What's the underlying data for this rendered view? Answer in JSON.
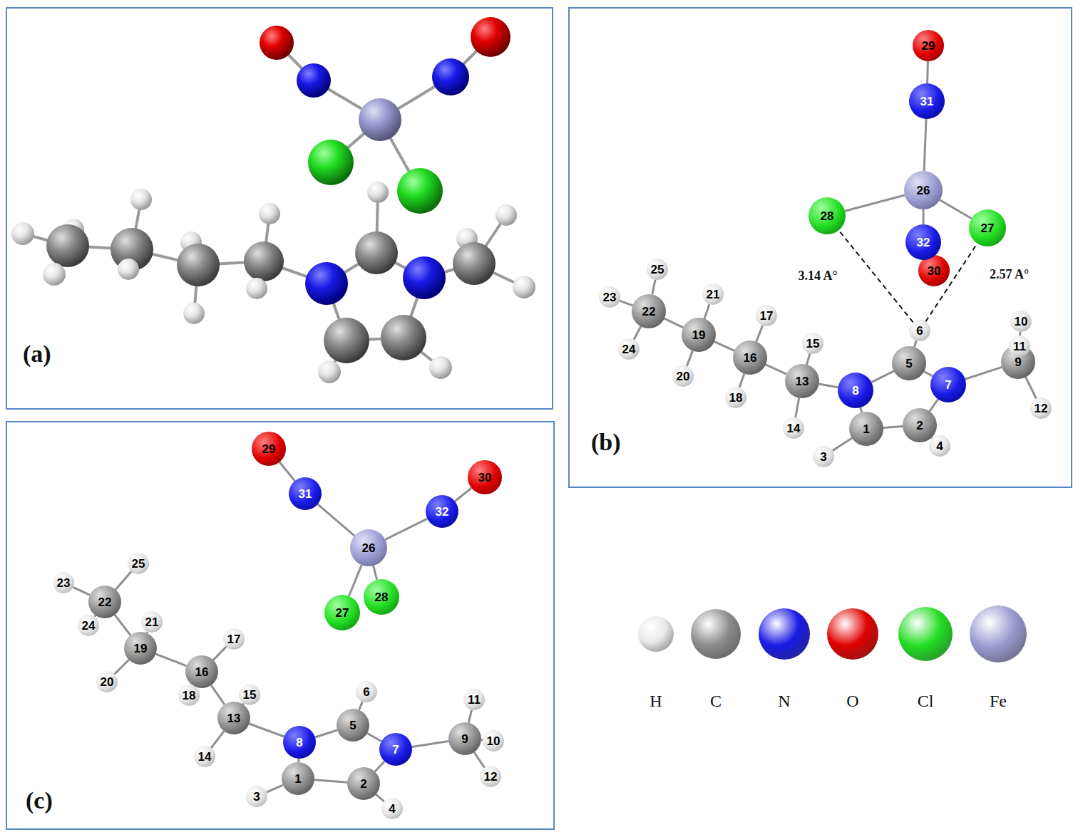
{
  "diagram": {
    "nodes": [
      {
        "text": [
          "(a)"
        ]
      },
      {
        "text": [
          "(b)"
        ]
      },
      {
        "text": [
          "(c)"
        ]
      },
      {
        "text": [
          "1"
        ],
        "in": 1
      },
      {
        "text": [
          "2"
        ],
        "in": 1
      },
      {
        "text": [
          "3"
        ],
        "in": 1
      },
      {
        "text": [
          "4"
        ],
        "in": 1
      },
      {
        "text": [
          "5"
        ],
        "in": 1
      },
      {
        "text": [
          "6"
        ],
        "in": 1
      },
      {
        "text": [
          "7"
        ],
        "in": 1
      },
      {
        "text": [
          "8"
        ],
        "in": 1
      },
      {
        "text": [
          "9"
        ],
        "in": 1
      },
      {
        "text": [
          "10"
        ],
        "in": 1
      },
      {
        "text": [
          "11"
        ],
        "in": 1
      },
      {
        "text": [
          "12"
        ],
        "in": 1
      },
      {
        "text": [
          "13"
        ],
        "in": 1
      },
      {
        "text": [
          "14"
        ],
        "in": 1
      },
      {
        "text": [
          "15"
        ],
        "in": 1
      },
      {
        "text": [
          "16"
        ],
        "in": 1
      },
      {
        "text": [
          "17"
        ],
        "in": 1
      },
      {
        "text": [
          "18"
        ],
        "in": 1
      },
      {
        "text": [
          "19"
        ],
        "in": 1
      },
      {
        "text": [
          "20"
        ],
        "in": 1
      },
      {
        "text": [
          "21"
        ],
        "in": 1
      },
      {
        "text": [
          "22"
        ],
        "in": 1
      },
      {
        "text": [
          "23"
        ],
        "in": 1
      },
      {
        "text": [
          "24"
        ],
        "in": 1
      },
      {
        "text": [
          "25"
        ],
        "in": 1
      },
      {
        "text": [
          "26"
        ],
        "in": 1
      },
      {
        "text": [
          "27"
        ],
        "in": 1
      },
      {
        "text": [
          "28"
        ],
        "in": 1
      },
      {
        "text": [
          "29"
        ],
        "in": 1
      },
      {
        "text": [
          "30"
        ],
        "in": 1
      },
      {
        "text": [
          "31"
        ],
        "in": 1
      },
      {
        "text": [
          "32"
        ],
        "in": 1
      },
      {
        "text": [
          "1"
        ],
        "in": 2
      },
      {
        "text": [
          "2"
        ],
        "in": 2
      },
      {
        "text": [
          "3"
        ],
        "in": 2
      },
      {
        "text": [
          "4"
        ],
        "in": 2
      },
      {
        "text": [
          "5"
        ],
        "in": 2
      },
      {
        "text": [
          "6"
        ],
        "in": 2
      },
      {
        "text": [
          "7"
        ],
        "in": 2
      },
      {
        "text": [
          "8"
        ],
        "in": 2
      },
      {
        "text": [
          "9"
        ],
        "in": 2
      },
      {
        "text": [
          "10"
        ],
        "in": 2
      },
      {
        "text": [
          "11"
        ],
        "in": 2
      },
      {
        "text": [
          "12"
        ],
        "in": 2
      },
      {
        "text": [
          "13"
        ],
        "in": 2
      },
      {
        "text": [
          "14"
        ],
        "in": 2
      },
      {
        "text": [
          "15"
        ],
        "in": 2
      },
      {
        "text": [
          "16"
        ],
        "in": 2
      },
      {
        "text": [
          "17"
        ],
        "in": 2
      },
      {
        "text": [
          "18"
        ],
        "in": 2
      },
      {
        "text": [
          "19"
        ],
        "in": 2
      },
      {
        "text": [
          "20"
        ],
        "in": 2
      },
      {
        "text": [
          "21"
        ],
        "in": 2
      },
      {
        "text": [
          "22"
        ],
        "in": 2
      },
      {
        "text": [
          "23"
        ],
        "in": 2
      },
      {
        "text": [
          "24"
        ],
        "in": 2
      },
      {
        "text": [
          "25"
        ],
        "in": 2
      },
      {
        "text": [
          "26"
        ],
        "in": 2
      },
      {
        "text": [
          "27"
        ],
        "in": 2
      },
      {
        "text": [
          "28"
        ],
        "in": 2
      },
      {
        "text": [
          "29"
        ],
        "in": 2
      },
      {
        "text": [
          "30"
        ],
        "in": 2
      },
      {
        "text": [
          "31"
        ],
        "in": 2
      },
      {
        "text": [
          "32"
        ],
        "in": 2
      }
    ],
    "edges": [
      {
        "from": 3,
        "to": 4,
        "arrow": "none"
      },
      {
        "from": 4,
        "to": 9,
        "arrow": "none"
      },
      {
        "from": 9,
        "to": 7,
        "arrow": "none"
      },
      {
        "from": 7,
        "to": 10,
        "arrow": "none"
      },
      {
        "from": 10,
        "to": 3,
        "arrow": "none"
      },
      {
        "from": 3,
        "to": 5,
        "arrow": "none"
      },
      {
        "from": 4,
        "to": 6,
        "arrow": "none"
      },
      {
        "from": 7,
        "to": 8,
        "arrow": "none"
      },
      {
        "from": 9,
        "to": 11,
        "arrow": "none"
      },
      {
        "from": 11,
        "to": 12,
        "arrow": "none"
      },
      {
        "from": 11,
        "to": 13,
        "arrow": "none"
      },
      {
        "from": 11,
        "to": 14,
        "arrow": "none"
      },
      {
        "from": 10,
        "to": 15,
        "arrow": "none"
      },
      {
        "from": 15,
        "to": 16,
        "arrow": "none"
      },
      {
        "from": 15,
        "to": 17,
        "arrow": "none"
      },
      {
        "from": 15,
        "to": 18,
        "arrow": "none"
      },
      {
        "from": 18,
        "to": 19,
        "arrow": "none"
      },
      {
        "from": 18,
        "to": 20,
        "arrow": "none"
      },
      {
        "from": 18,
        "to": 21,
        "arrow": "none"
      },
      {
        "from": 21,
        "to": 22,
        "arrow": "none"
      },
      {
        "from": 21,
        "to": 23,
        "arrow": "none"
      },
      {
        "from": 21,
        "to": 24,
        "arrow": "none"
      },
      {
        "from": 24,
        "to": 25,
        "arrow": "none"
      },
      {
        "from": 24,
        "to": 26,
        "arrow": "none"
      },
      {
        "from": 24,
        "to": 27,
        "arrow": "none"
      },
      {
        "from": 28,
        "to": 29,
        "arrow": "none"
      },
      {
        "from": 28,
        "to": 30,
        "arrow": "none"
      },
      {
        "from": 28,
        "to": 33,
        "arrow": "none"
      },
      {
        "from": 28,
        "to": 34,
        "arrow": "none"
      },
      {
        "from": 33,
        "to": 31,
        "arrow": "none"
      },
      {
        "from": 34,
        "to": 32,
        "arrow": "none"
      },
      {
        "from": 35,
        "to": 36,
        "arrow": "none"
      },
      {
        "from": 36,
        "to": 41,
        "arrow": "none"
      },
      {
        "from": 41,
        "to": 39,
        "arrow": "none"
      },
      {
        "from": 39,
        "to": 42,
        "arrow": "none"
      },
      {
        "from": 42,
        "to": 35,
        "arrow": "none"
      },
      {
        "from": 35,
        "to": 37,
        "arrow": "none"
      },
      {
        "from": 36,
        "to": 38,
        "arrow": "none"
      },
      {
        "from": 39,
        "to": 40,
        "arrow": "none"
      },
      {
        "from": 41,
        "to": 43,
        "arrow": "none"
      },
      {
        "from": 43,
        "to": 44,
        "arrow": "none"
      },
      {
        "from": 43,
        "to": 45,
        "arrow": "none"
      },
      {
        "from": 43,
        "to": 46,
        "arrow": "none"
      },
      {
        "from": 42,
        "to": 47,
        "arrow": "none"
      },
      {
        "from": 47,
        "to": 48,
        "arrow": "none"
      },
      {
        "from": 47,
        "to": 49,
        "arrow": "none"
      },
      {
        "from": 47,
        "to": 50,
        "arrow": "none"
      },
      {
        "from": 50,
        "to": 51,
        "arrow": "none"
      },
      {
        "from": 50,
        "to": 52,
        "arrow": "none"
      },
      {
        "from": 50,
        "to": 53,
        "arrow": "none"
      },
      {
        "from": 53,
        "to": 54,
        "arrow": "none"
      },
      {
        "from": 53,
        "to": 55,
        "arrow": "none"
      },
      {
        "from": 53,
        "to": 56,
        "arrow": "none"
      },
      {
        "from": 56,
        "to": 57,
        "arrow": "none"
      },
      {
        "from": 56,
        "to": 58,
        "arrow": "none"
      },
      {
        "from": 56,
        "to": 59,
        "arrow": "none"
      },
      {
        "from": 60,
        "to": 61,
        "arrow": "none"
      },
      {
        "from": 60,
        "to": 62,
        "arrow": "none"
      },
      {
        "from": 60,
        "to": 65,
        "arrow": "none"
      },
      {
        "from": 60,
        "to": 66,
        "arrow": "none"
      },
      {
        "from": 65,
        "to": 63,
        "arrow": "none"
      },
      {
        "from": 66,
        "to": 64,
        "arrow": "none"
      },
      {
        "from": 8,
        "to": 30,
        "arrow": "none",
        "label": "3.14 A°"
      },
      {
        "from": 8,
        "to": 29,
        "arrow": "none",
        "label": "2.57 A°"
      }
    ],
    "legend": [
      {
        "text": "H",
        "color": "#e8e8e8"
      },
      {
        "text": "C",
        "color": "#8c8c8c"
      },
      {
        "text": "N",
        "color": "#1a1ae6"
      },
      {
        "text": "O",
        "color": "#e00000"
      },
      {
        "text": "Cl",
        "color": "#22dd22"
      },
      {
        "text": "Fe",
        "color": "#9a9ad0"
      }
    ]
  }
}
